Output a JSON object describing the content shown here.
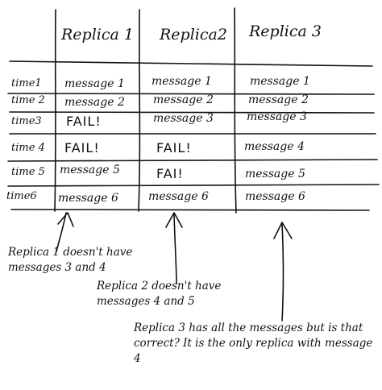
{
  "columns": [
    "Replica 1",
    "Replica2",
    "Replica 3"
  ],
  "rows": [
    {
      "label": "time1",
      "cells": [
        "message 1",
        "message 1",
        "message 1"
      ]
    },
    {
      "label": "time 2",
      "cells": [
        "message 2",
        "message 2",
        "message 2"
      ]
    },
    {
      "label": "time3",
      "cells": [
        "FAIL!",
        "message 3",
        "message 3"
      ]
    },
    {
      "label": "time 4",
      "cells": [
        "FAIL!",
        "FAIL!",
        "message 4"
      ]
    },
    {
      "label": "time 5",
      "cells": [
        "message 5",
        "FAI!",
        "message 5"
      ]
    },
    {
      "label": "time6",
      "cells": [
        "message 6",
        "message 6",
        "message 6"
      ]
    }
  ],
  "annotations": [
    "Replica 1 doesn't have messages 3 and 4",
    "Replica 2 doesn't have messages 4 and 5",
    "Replica 3 has all the messages but is that correct? It is the only replica with message 4"
  ],
  "colors": {
    "ink": "#111111",
    "paper": "#ffffff"
  }
}
